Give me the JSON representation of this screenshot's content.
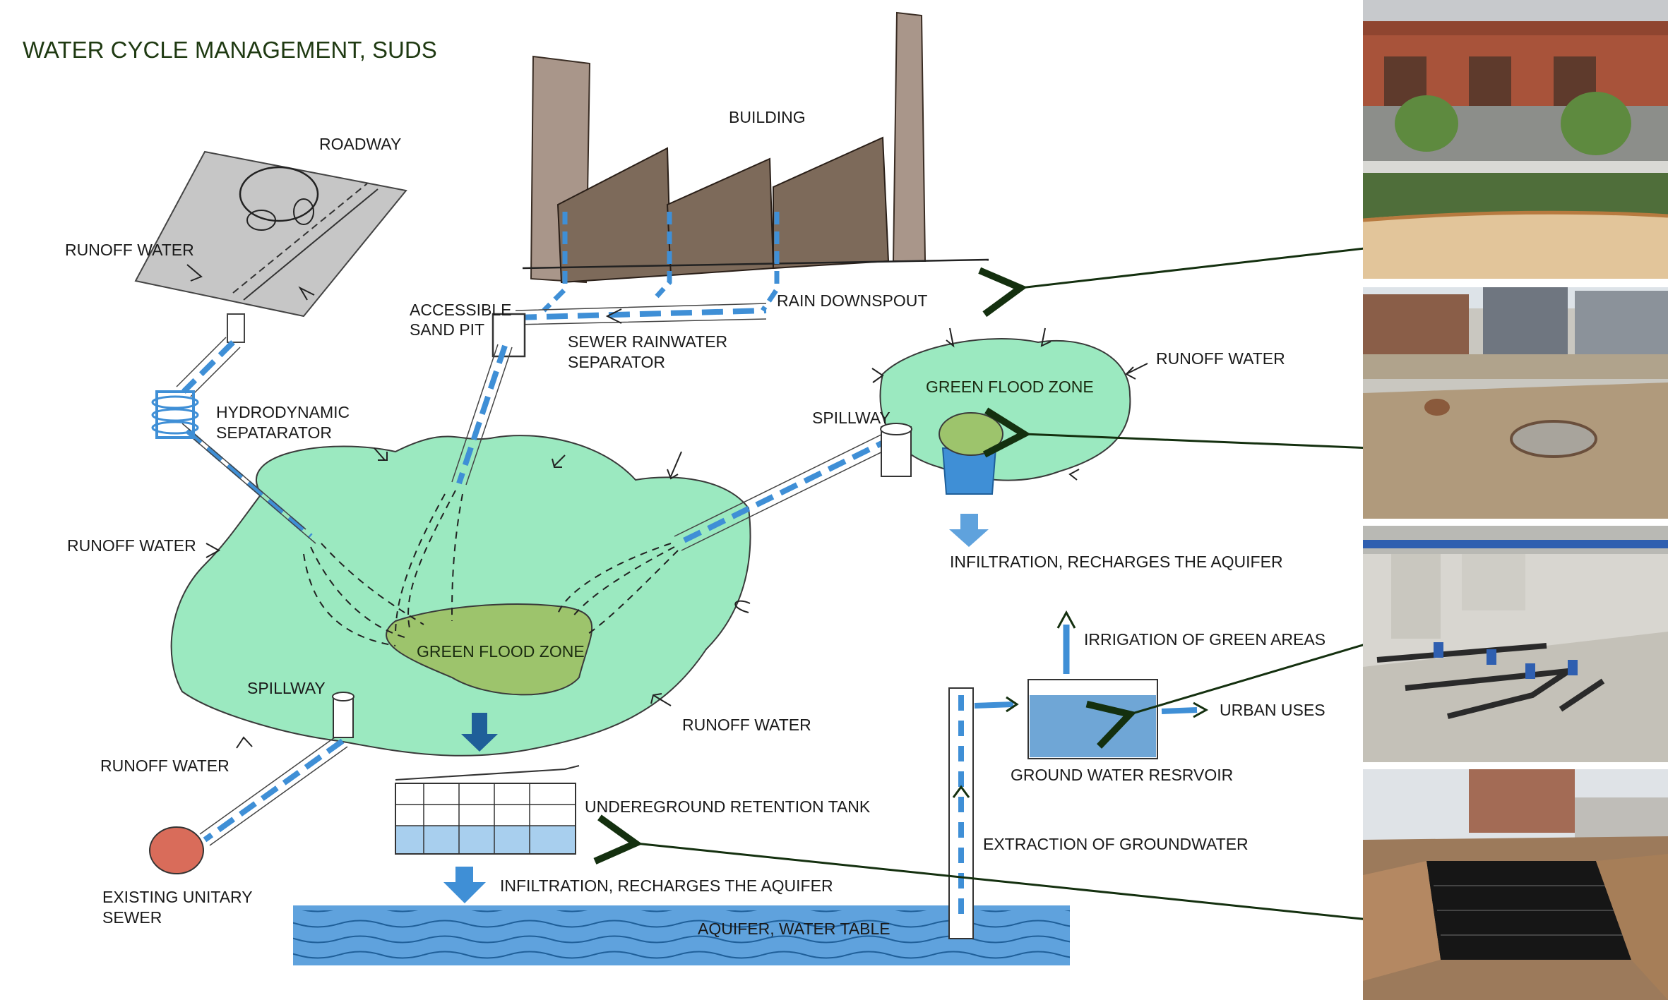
{
  "title": "WATER CYCLE MANAGEMENT, SUDS",
  "labels": {
    "roadway": "ROADWAY",
    "building": "BUILDING",
    "runoff_water": "RUNOFF WATER",
    "hydrodynamic_1": "HYDRODYNAMIC",
    "hydrodynamic_2": "SEPATARATOR",
    "accessible_1": "ACCESSIBLE",
    "accessible_2": "SAND PIT",
    "sewer_sep_1": "SEWER RAINWATER",
    "sewer_sep_2": "SEPARATOR",
    "rain_downspout": "RAIN DOWNSPOUT",
    "spillway": "SPILLWAY",
    "green_flood_zone": "GREEN FLOOD ZONE",
    "infiltration": "INFILTRATION, RECHARGES THE AQUIFER",
    "irrigation": "IRRIGATION OF GREEN AREAS",
    "urban_uses": "URBAN USES",
    "ground_water_reservoir": "GROUND WATER RESRVOIR",
    "extraction": "EXTRACTION OF GROUNDWATER",
    "retention_tank": "UNDEREGROUND RETENTION TANK",
    "aquifer": "AQUIFER, WATER TABLE",
    "existing_1": "EXISTING UNITARY",
    "existing_2": "SEWER"
  },
  "colors": {
    "flood_zone": "#9be9c0",
    "green_core": "#9dc46c",
    "water_blue": "#3f8fd6",
    "building_brown": "#7d6a5a",
    "chimney_tan": "#a9968a",
    "road_grey": "#c6c6c6",
    "sewer_red": "#d96c5a",
    "arrow_green": "#14300f"
  },
  "photos": [
    {
      "name": "sand-pit-park-photo"
    },
    {
      "name": "sand-pit-construction-photo"
    },
    {
      "name": "groundwater-reservoir-interior-photo"
    },
    {
      "name": "retention-tank-excavation-photo"
    }
  ]
}
